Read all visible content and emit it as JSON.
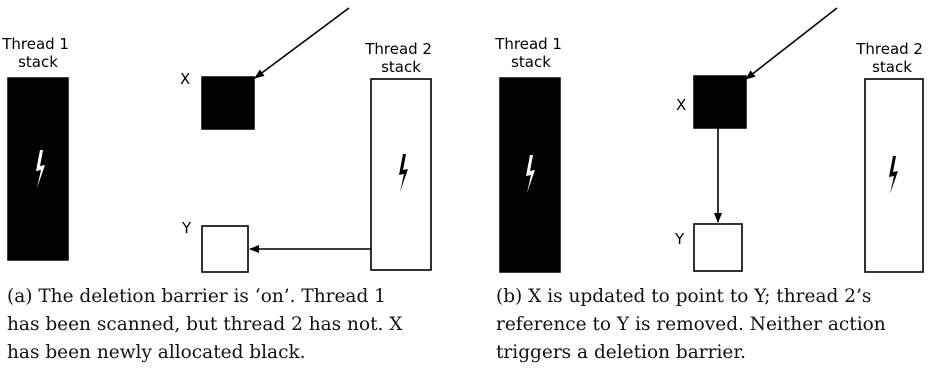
{
  "panel_a": {
    "thread1_label": [
      "Thread 1",
      "stack"
    ],
    "thread2_label": [
      "Thread 2",
      "stack"
    ],
    "x_label": "X",
    "y_label": "Y",
    "caption_lines": [
      "(a) The deletion barrier is ‘on’.  Thread 1",
      "has been scanned, but thread 2 has not. X",
      "has been newly allocated black."
    ]
  },
  "panel_b": {
    "thread1_label": [
      "Thread 1",
      "stack"
    ],
    "thread2_label": [
      "Thread 2",
      "stack"
    ],
    "x_label": "X",
    "y_label": "Y",
    "caption_lines": [
      "(b) X is updated to point to Y; thread 2’s",
      "reference to Y is removed. Neither action",
      "triggers a deletion barrier."
    ]
  },
  "colors": {
    "scanned_black": "#000000",
    "unscanned_white": "#ffffff",
    "stroke": "#000000"
  },
  "icons": {
    "stack_frames": "lightning-bolt-icon"
  }
}
